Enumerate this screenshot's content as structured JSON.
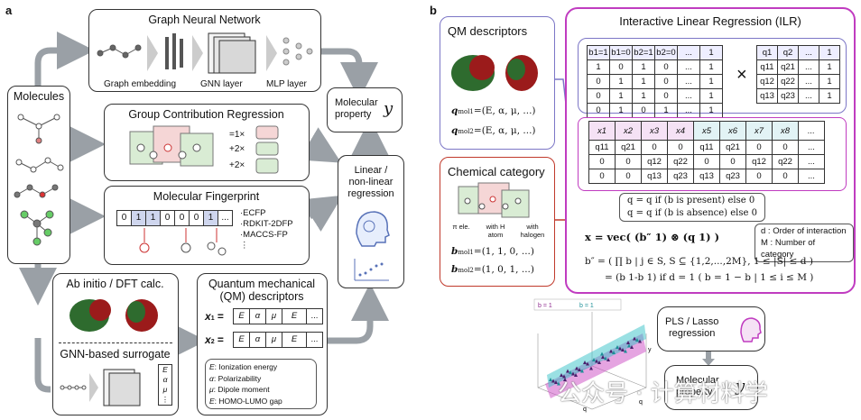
{
  "panel_a": "a",
  "panel_b": "b",
  "molecules": "Molecules",
  "gnn": {
    "title": "Graph Neural Network",
    "labels": [
      "Graph embedding",
      "GNN layer",
      "MLP layer"
    ]
  },
  "gcr": {
    "title": "Group Contribution Regression",
    "terms": [
      "=1×",
      "+2×",
      "+2×"
    ]
  },
  "fingerprint": {
    "title": "Molecular Fingerprint",
    "bits": [
      "0",
      "1",
      "1",
      "0",
      "0",
      "0",
      "1",
      "..."
    ],
    "list": [
      "·ECFP",
      "·RDKIT-2DFP",
      "·MACCS-FP",
      "⋮"
    ]
  },
  "molecular_property": {
    "line1": "Molecular",
    "line2": "property",
    "symbol": "y"
  },
  "linear": {
    "line1": "Linear /",
    "line2": "non-linear",
    "line3": "regression"
  },
  "dft": {
    "title": "Ab initio / DFT calc.",
    "surrogate": "GNN-based surrogate",
    "vec": [
      "E",
      "α",
      "μ",
      "⋮"
    ]
  },
  "qm": {
    "title1": "Quantum mechanical",
    "title2": "(QM) descriptors",
    "x1": "x",
    "x2": "x",
    "cols": [
      "E",
      "α",
      "μ",
      "E",
      "..."
    ],
    "legend": [
      ": Ionization energy",
      ": Polarizability",
      ": Dipole moment",
      ": HOMO-LUMO gap"
    ],
    "legend_keys": [
      "E",
      "α",
      "μ",
      "E"
    ]
  },
  "qm_desc_b": {
    "title": "QM descriptors",
    "mol1": "q",
    "mol1_text": "=(E, α, μ, ...)",
    "mol2_text": "=(E, α, μ, ...)"
  },
  "chem": {
    "title": "Chemical category",
    "cats": [
      "π ele.",
      "with H atom",
      "with halogen"
    ],
    "b1": "=(1,  1,  0, ...)",
    "b2": "=(1,  0,  1, ...)"
  },
  "ilr": {
    "title": "Interactive Linear Regression (ILR)",
    "bmatrix": [
      [
        "b1=1",
        "b1=0",
        "b2=1",
        "b2=0",
        "...",
        "1"
      ],
      [
        "1",
        "0",
        "1",
        "0",
        "...",
        "1"
      ],
      [
        "0",
        "1",
        "1",
        "0",
        "...",
        "1"
      ],
      [
        "0",
        "1",
        "1",
        "0",
        "...",
        "1"
      ],
      [
        "0",
        "1",
        "0",
        "1",
        "...",
        "1"
      ]
    ],
    "times": "×",
    "qmatrix": [
      [
        "q1",
        "q2",
        "...",
        "1"
      ],
      [
        "q11",
        "q21",
        "...",
        "1"
      ],
      [
        "q12",
        "q22",
        "...",
        "1"
      ],
      [
        "q13",
        "q23",
        "...",
        "1"
      ]
    ],
    "xhead": [
      "x1",
      "x2",
      "x3",
      "x4",
      "x5",
      "x6",
      "x7",
      "x8",
      "..."
    ],
    "xrows": [
      [
        "q11",
        "q21",
        "0",
        "0",
        "q11",
        "q21",
        "0",
        "0",
        "..."
      ],
      [
        "0",
        "0",
        "q12",
        "q22",
        "0",
        "0",
        "q12",
        "q22",
        "..."
      ],
      [
        "0",
        "0",
        "q13",
        "q23",
        "q13",
        "q23",
        "0",
        "0",
        "..."
      ]
    ],
    "rule1": "q  = q  if  (b  is present)  else  0",
    "rule2": "q  = q  if  (b  is absence)  else  0",
    "xeq": "x = vec( (b″ 1) ⊗ (q  1) )",
    "notes": [
      "d : Order of interaction",
      "M : Number of category"
    ],
    "beq1": "b″ = ( ∏ b  | j ∈ S,  S ⊆ {1,2,...,2M},  1 ≤ |S| ≤ d )",
    "beq2": "= (b 1-b 1)  if d = 1   ( b    = 1 − b  | 1 ≤ i ≤ M )"
  },
  "pls": {
    "line1": "PLS / Lasso",
    "line2": "regression"
  },
  "mol_prop_b": {
    "line1": "Molecular",
    "line2": "property",
    "symbol": "y"
  },
  "plot": {
    "legend": [
      "b = 1",
      "b = 1"
    ],
    "axis": [
      "q",
      "q",
      "y"
    ]
  },
  "watermark": "公众号 · 计算材料学",
  "colors": {
    "magenta": "#c03cc0",
    "red": "#c0392b",
    "lavender": "#7c76c6",
    "arrow": "#9aa0a6"
  }
}
